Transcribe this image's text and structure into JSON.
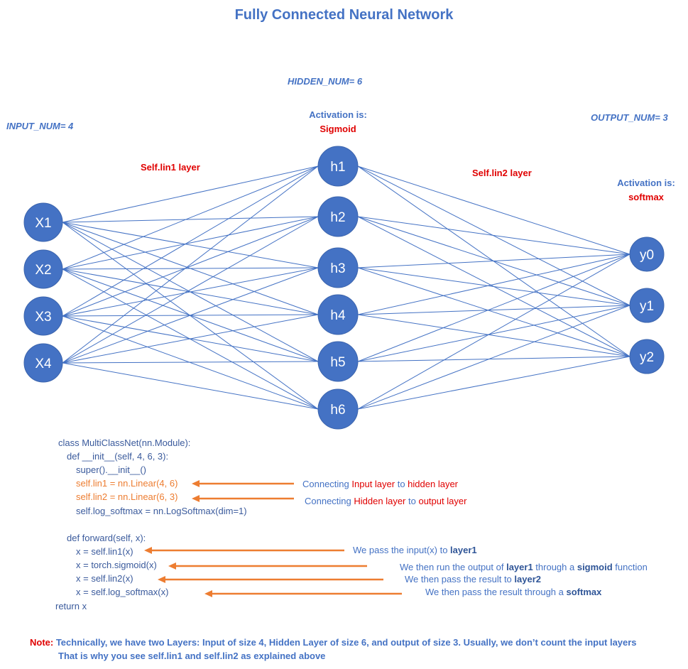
{
  "title": "Fully Connected Neural Network",
  "labels": {
    "hidden_num": "HIDDEN_NUM= 6",
    "input_num": "INPUT_NUM= 4",
    "output_num": "OUTPUT_NUM= 3",
    "hidden_activation_label": "Activation is:",
    "hidden_activation_value": "Sigmoid",
    "output_activation_label": "Activation is:",
    "output_activation_value": "softmax",
    "lin1_layer": "Self.lin1 layer",
    "lin2_layer": "Self.lin2 layer"
  },
  "nodes": {
    "inputs": [
      "X1",
      "X2",
      "X3",
      "X4"
    ],
    "hidden": [
      "h1",
      "h2",
      "h3",
      "h4",
      "h5",
      "h6"
    ],
    "outputs": [
      "y0",
      "y1",
      "y2"
    ]
  },
  "colors": {
    "node": "#4472c4",
    "edge": "#4472c4",
    "arrow": "#ed7d31",
    "accent_red": "#e00000"
  },
  "code": {
    "line1": "class MultiClassNet(nn.Module):",
    "line2": "def __init__(self, 4, 6, 3):",
    "line3": "super().__init__()",
    "line4": "self.lin1 = nn.Linear(4, 6)",
    "line5": "self.lin2 = nn.Linear(6, 3)",
    "line6": "self.log_softmax = nn.LogSoftmax(dim=1)",
    "line7": "def forward(self, x):",
    "line8": "x = self.lin1(x)",
    "line9": "x = torch.sigmoid(x)",
    "line10": "x = self.lin2(x)",
    "line11": "x = self.log_softmax(x)",
    "line12": "return x"
  },
  "explanations": {
    "e1": {
      "a": "Connecting ",
      "b": "Input layer",
      "c": " to ",
      "d": "hidden layer"
    },
    "e2": {
      "a": "Connecting ",
      "b": "Hidden layer",
      "c": " to ",
      "d": "output layer"
    },
    "e3": {
      "a": "We pass the input(x) to ",
      "b": "layer1"
    },
    "e4": {
      "a": "We then run the output of ",
      "b": "layer1",
      "c": " through a ",
      "d": "sigmoid",
      "e": " function"
    },
    "e5": {
      "a": "We then pass the result to ",
      "b": "layer2"
    },
    "e6": {
      "a": "We then pass the result through a ",
      "b": "softmax"
    }
  },
  "note": {
    "label": "Note:",
    "line1": " Technically, we have two Layers: Input of size 4, Hidden Layer of size 6, and output of size 3. Usually, we don’t count the input layers",
    "line2": "That is why you see self.lin1  and self.lin2 as explained above"
  }
}
